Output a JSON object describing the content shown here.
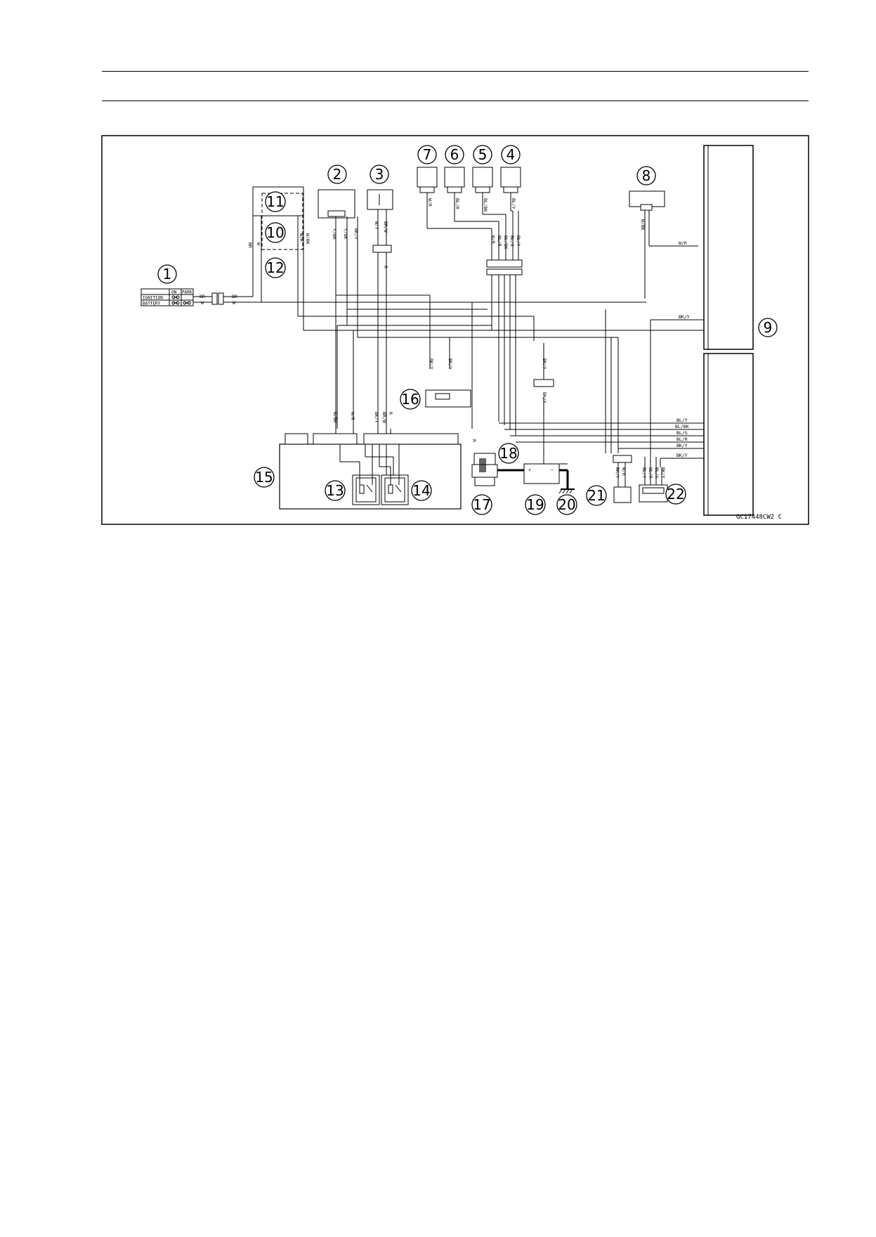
{
  "figure_code": "GC17448CW2  C",
  "ignition_switch_table": {
    "headers": [
      "",
      "ON",
      "PARK"
    ],
    "rows": [
      "IGNITION",
      "BATTERY"
    ]
  },
  "callouts": [
    "1",
    "2",
    "3",
    "4",
    "5",
    "6",
    "7",
    "8",
    "9",
    "10",
    "11",
    "12",
    "13",
    "14",
    "15",
    "16",
    "17",
    "18",
    "19",
    "20",
    "21",
    "22"
  ],
  "wire_labels": {
    "ign_br": "BR",
    "ign_w": "W",
    "conn_br": "BR",
    "conn_w": "W",
    "c2_a": "Y/BR",
    "c2_b": "Y/BK",
    "c2_c": "BK/Y",
    "c3_a": "W/Y",
    "c3_b": "BR/W",
    "c3_c": "R",
    "c12_a": "BR",
    "c12_b": "W",
    "c12_c": "W/R",
    "c12_d": "W/BK",
    "c7": "W/R",
    "c6": "BL/R",
    "c5": "BL/BK",
    "c4": "BL/Y",
    "c8": "W/BK",
    "m1": "W/R",
    "m2": "BL/R",
    "m3": "BL/BK",
    "m4": "BL/G",
    "m5": "BL/Y",
    "c16_a": "BK/Y",
    "c16_b": "BK/Y",
    "bky_mid": "BK/Y",
    "bky_mid2": "BK/Y",
    "c15_a": "W/BK",
    "c15_b": "W/R",
    "c15_c": "BK/Y",
    "c15_d": "BR/W",
    "c15_e": "R",
    "c17": "R",
    "c21_a": "BK/Y",
    "c21_b": "W/R",
    "c22_a": "BL/Y",
    "c22_b": "BL/R",
    "c22_c": "BL/G",
    "c22_d": "BK/Y",
    "meter_wr": "W/R",
    "meter_bky": "BK/Y",
    "r_bly": "BL/Y",
    "r_blbk": "BL/BK",
    "r_blg": "BL/G",
    "r_blr": "BL/R",
    "r_bky1": "BK/Y",
    "r_bky2": "BK/Y"
  },
  "battery_terminals": {
    "plus": "+",
    "minus": "−"
  }
}
